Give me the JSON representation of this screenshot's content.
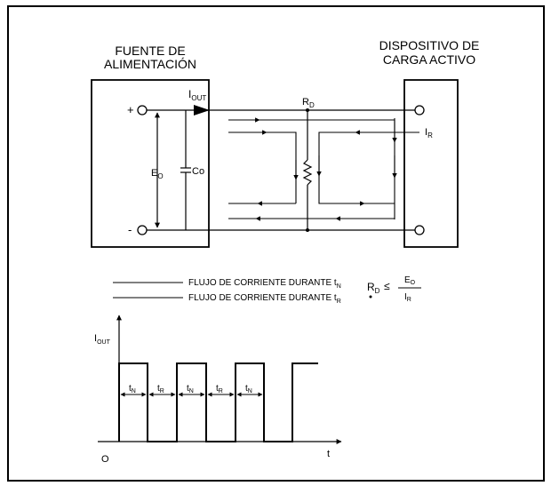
{
  "labels": {
    "power_supply_title": [
      "FUENTE DE",
      "ALIMENTACIÓN"
    ],
    "load_device_title": [
      "DISPOSITIVO DE",
      "CARGA ACTIVO"
    ],
    "plus": "+",
    "minus": "-",
    "iout": {
      "main": "I",
      "sub": "OUT"
    },
    "rd": {
      "main": "R",
      "sub": "D"
    },
    "ir": {
      "main": "I",
      "sub": "R"
    },
    "eo": {
      "main": "E",
      "sub": "O"
    },
    "co": "Co"
  },
  "legend": {
    "line1": {
      "text": "FLUJO DE CORRIENTE DURANTE t",
      "sub": "N"
    },
    "line2": {
      "text": "FLUJO DE CORRIENTE DURANTE t",
      "sub": "R"
    }
  },
  "formula": {
    "lhs": {
      "main": "R",
      "sub": "D"
    },
    "op": "≤",
    "num": {
      "main": "E",
      "sub": "O"
    },
    "den": {
      "main": "I",
      "sub": "R"
    }
  },
  "waveform": {
    "y_axis_label": {
      "main": "I",
      "sub": "OUT"
    },
    "x_axis_label": "t",
    "origin_label": "O",
    "interval_labels": [
      {
        "main": "t",
        "sub": "N"
      },
      {
        "main": "t",
        "sub": "R"
      },
      {
        "main": "t",
        "sub": "N"
      },
      {
        "main": "t",
        "sub": "R"
      },
      {
        "main": "t",
        "sub": "N"
      }
    ]
  }
}
